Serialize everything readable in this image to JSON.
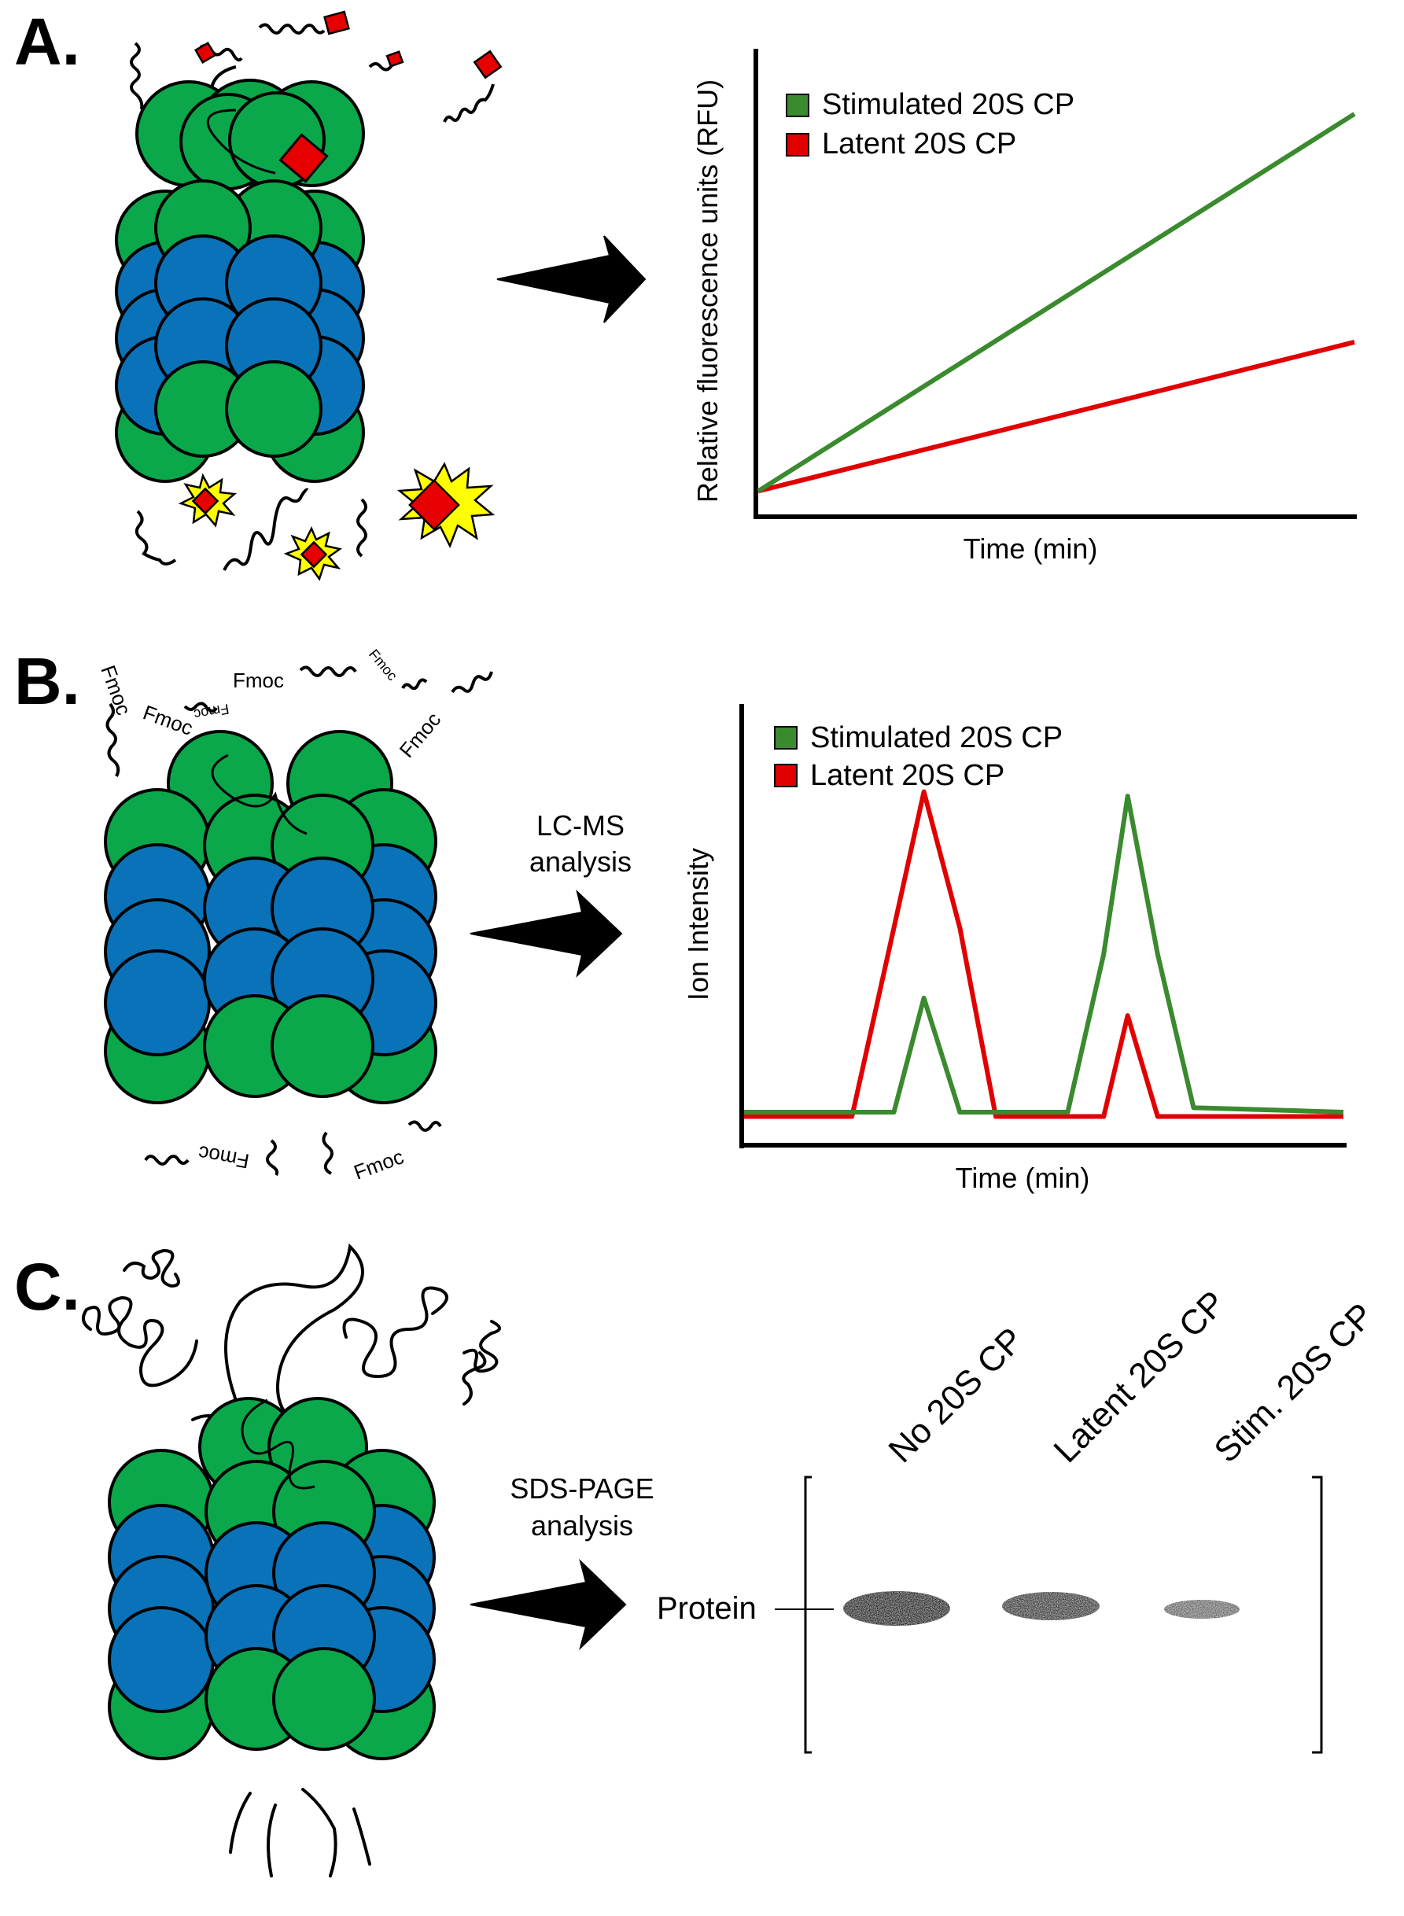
{
  "panels": {
    "A": {
      "label": "A.",
      "legend": [
        "Stimulated 20S CP",
        "Latent 20S CP"
      ],
      "xlabel": "Time (min)",
      "ylabel": "Relative fluorescence units (RFU)"
    },
    "B": {
      "label": "B.",
      "arrow_text": [
        "LC-MS",
        "analysis"
      ],
      "legend": [
        "Stimulated 20S CP",
        "Latent 20S CP"
      ],
      "xlabel": "Time (min)",
      "ylabel": "Ion Intensity",
      "tag": "Fmoc"
    },
    "C": {
      "label": "C.",
      "arrow_text": [
        "SDS-PAGE",
        "analysis"
      ],
      "lanes": [
        "No 20S CP",
        "Latent 20S CP",
        "Stim. 20S CP"
      ],
      "band_label": "Protein"
    }
  },
  "colors": {
    "stimulated": "#3a8a2e",
    "latent": "#e00000",
    "alpha_ring": "#0aa84a",
    "beta_ring": "#0a72b8",
    "substrate": "#e60000",
    "burst": "#ffff00"
  },
  "chart_data": [
    {
      "type": "line",
      "title": "",
      "xlabel": "Time (min)",
      "ylabel": "Relative fluorescence units (RFU)",
      "x": [
        0,
        1
      ],
      "series": [
        {
          "name": "Stimulated 20S CP",
          "values": [
            0.05,
            0.86
          ]
        },
        {
          "name": "Latent 20S CP",
          "values": [
            0.05,
            0.37
          ]
        }
      ],
      "ylim": [
        0,
        1
      ],
      "grid": false,
      "legend": "top-left"
    },
    {
      "type": "line",
      "title": "",
      "xlabel": "Time (min)",
      "ylabel": "Ion Intensity",
      "x": [
        0,
        0.18,
        0.25,
        0.3,
        0.36,
        0.42,
        0.54,
        0.6,
        0.64,
        0.69,
        0.75,
        1
      ],
      "series": [
        {
          "name": "Stimulated 20S CP",
          "values": [
            0.07,
            0.07,
            0.07,
            0.33,
            0.07,
            0.07,
            0.07,
            0.43,
            0.79,
            0.43,
            0.08,
            0.07
          ]
        },
        {
          "name": "Latent 20S CP",
          "values": [
            0.06,
            0.06,
            0.49,
            0.8,
            0.49,
            0.06,
            0.06,
            0.06,
            0.29,
            0.06,
            0.06,
            0.06
          ]
        }
      ],
      "ylim": [
        0,
        1
      ],
      "grid": false,
      "legend": "top-left"
    }
  ]
}
